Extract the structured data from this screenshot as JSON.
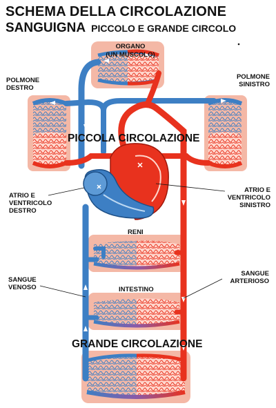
{
  "title": {
    "line1": "SCHEMA DELLA CIRCOLAZIONE",
    "line2": "SANGUIGNA",
    "line2_sub": "PICCOLO E GRANDE CIRCOLO"
  },
  "labels": {
    "organ_line1": "ORGANO",
    "organ_line2": "(UN MUSCOLO)",
    "right_lung_line1": "POLMONE",
    "right_lung_line2": "DESTRO",
    "left_lung_line1": "POLMONE",
    "left_lung_line2": "SINISTRO",
    "small_circ": "PICCOLA CIRCOLAZIONE",
    "right_heart_line1": "ATRIO E",
    "right_heart_line2": "VENTRICOLO",
    "right_heart_line3": "DESTRO",
    "left_heart_line1": "ATRIO E",
    "left_heart_line2": "VENTRICOLO",
    "left_heart_line3": "SINISTRO",
    "kidneys": "RENI",
    "venous_line1": "SANGUE",
    "venous_line2": "VENOSO",
    "arterial_line1": "SANGUE",
    "arterial_line2": "ARTERIOSO",
    "intestine": "INTESTINO",
    "big_circ": "GRANDE CIRCOLAZIONE"
  },
  "colors": {
    "venous": "#3d7fc4",
    "arterial": "#e8321e",
    "organ_bg": "#f4b8a6"
  }
}
